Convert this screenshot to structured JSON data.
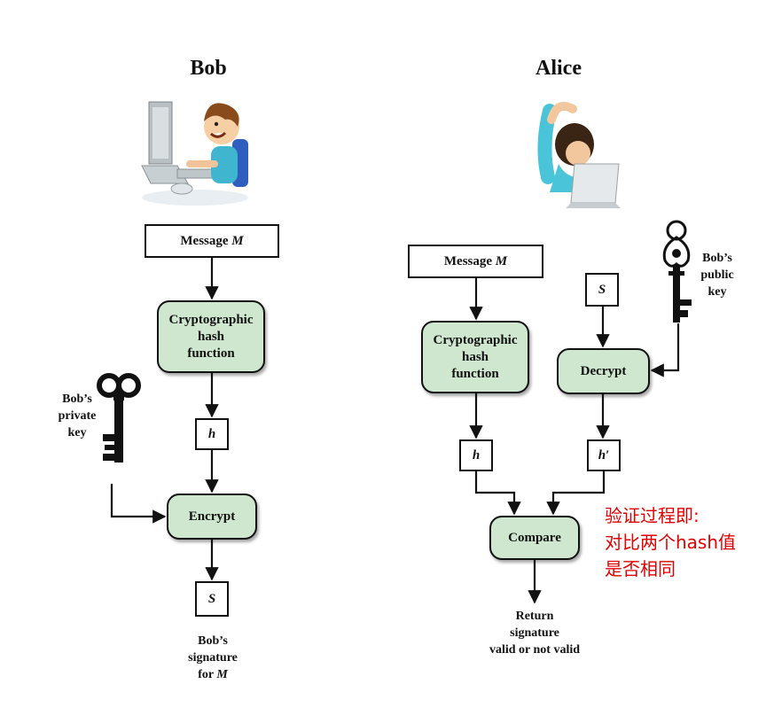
{
  "bob": {
    "title": "Bob",
    "message_prefix": "Message ",
    "message_var": "M",
    "hash_fn_lines": [
      "Cryptographic",
      "hash",
      "function"
    ],
    "hash_var": "h",
    "encrypt_label": "Encrypt",
    "sig_var": "S",
    "private_key_lines": [
      "Bob’s",
      "private",
      "key"
    ],
    "output_lines": [
      "Bob’s",
      "signature",
      "for "
    ],
    "output_var": "M"
  },
  "alice": {
    "title": "Alice",
    "message_prefix": "Message ",
    "message_var": "M",
    "hash_fn_lines": [
      "Cryptographic",
      "hash",
      "function"
    ],
    "hash_var": "h",
    "sig_var": "S",
    "decrypt_label": "Decrypt",
    "hash_prime_var": "h′",
    "compare_label": "Compare",
    "public_key_lines": [
      "Bob’s",
      "public",
      "key"
    ],
    "output_lines": [
      "Return",
      "signature",
      "valid or not valid"
    ]
  },
  "annotation": {
    "lines": [
      "验证过程即:",
      "对比两个hash值",
      "是否相同"
    ],
    "color": "#e00000"
  },
  "colors": {
    "process_fill": "#cfe6cf",
    "stroke": "#111111"
  }
}
